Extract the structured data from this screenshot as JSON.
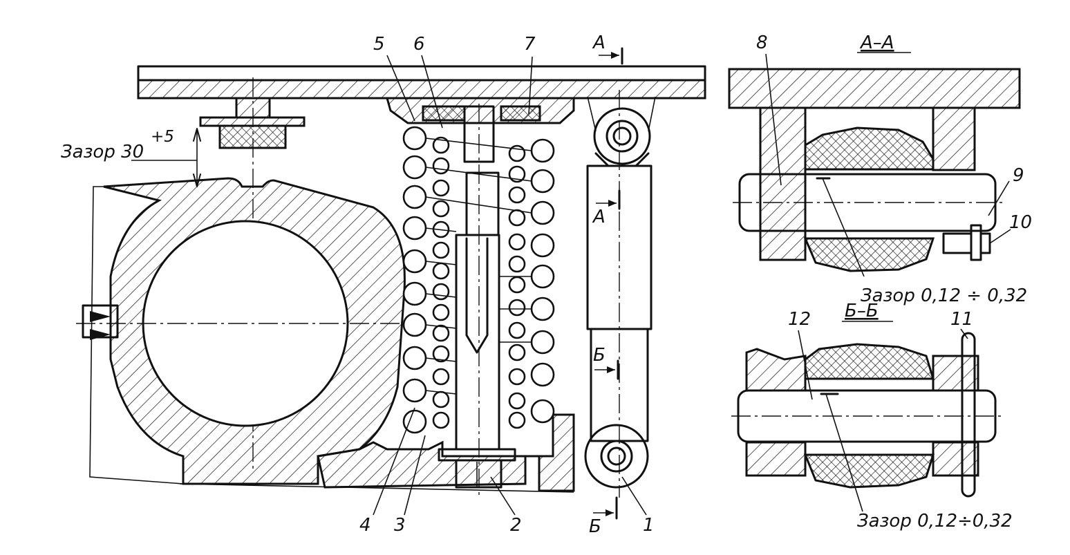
{
  "labels": {
    "part_1": "1",
    "part_2": "2",
    "part_3": "3",
    "part_4": "4",
    "part_5": "5",
    "part_6": "6",
    "part_7": "7",
    "part_8": "8",
    "part_9": "9",
    "part_10": "10",
    "part_11": "11",
    "part_12": "12"
  },
  "section_marks": {
    "a_top": "А",
    "a_mid": "А",
    "b_mid": "Б",
    "b_bottom": "Б"
  },
  "section_titles": {
    "a_a": "А–А",
    "b_b": "Б–Б"
  },
  "dimensions": {
    "gap_top": "Зазор 30",
    "gap_top_tol": "+5",
    "gap_a": "Зазор 0,12 ÷ 0,32",
    "gap_b": "Зазор 0,12÷0,32"
  }
}
